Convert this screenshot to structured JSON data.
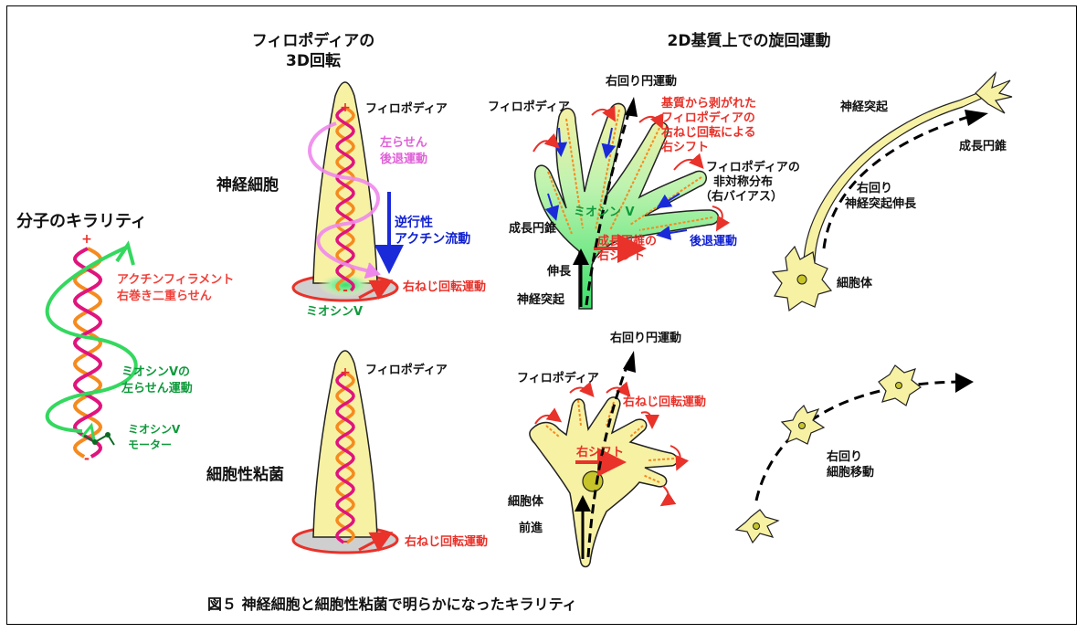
{
  "colors": {
    "cell_fill": "#f7f1a4",
    "actin_a": "#f58b1f",
    "actin_b": "#e0147d",
    "myosin": "#34d85f",
    "arrow_red": "#e8322a",
    "arrow_blue": "#1a2ad8",
    "arrow_pink": "#ee88ec"
  },
  "headings": {
    "molecular_chirality": "分子のキラリティ",
    "filopodia_3d_line1": "フィロポディアの",
    "filopodia_3d_line2": "3D回転",
    "rotation_2d": "2D基質上での旋回運動",
    "neuron": "神経細胞",
    "slime_mold": "細胞性粘菌"
  },
  "molecule": {
    "plus": "+",
    "minus": "-",
    "actin_line1": "アクチンフィラメント",
    "actin_line2": "右巻き二重らせん",
    "myosin_line1": "ミオシンVの",
    "myosin_line2": "左らせん運動",
    "motor_line1": "ミオシンV",
    "motor_line2": "モーター"
  },
  "neuron_filopodium": {
    "label": "フィロポディア",
    "plus": "+",
    "minus": "-",
    "left_helix_line1": "左らせん",
    "left_helix_line2": "後退運動",
    "retro_line1": "逆行性",
    "retro_line2": "アクチン流動",
    "screw": "右ねじ回転運動",
    "myosin": "ミオシンV"
  },
  "slime_filopodium": {
    "label": "フィロポディア",
    "plus": "+",
    "minus": "-",
    "screw": "右ねじ回転運動"
  },
  "neuron_cone": {
    "clockwise": "右回り円運動",
    "filopodia": "フィロポディア",
    "peeled_line1": "基質から剥がれた",
    "peeled_line2": "フィロポディアの",
    "peeled_line3": "右ねじ回転による",
    "peeled_line4": "右シフト",
    "asym_line1": "フィロポディアの",
    "asym_line2": "非対称分布",
    "asym_line3": "（右バイアス）",
    "myosin": "ミオシン V",
    "growth_cone": "成長円錐",
    "cone_shift_line1": "成長円錐の",
    "cone_shift_line2": "右シフト",
    "retreat": "後退運動",
    "elongation": "伸長",
    "neurite": "神経突起"
  },
  "neuron_right": {
    "neurite": "神経突起",
    "growth_cone": "成長円錐",
    "clockwise_line1": "右回り",
    "clockwise_line2": "神経突起伸長",
    "cell_body": "細胞体"
  },
  "slime_cell": {
    "clockwise": "右回り円運動",
    "filopodia": "フィロポディア",
    "screw": "右ねじ回転運動",
    "shift": "右シフト",
    "cell_body": "細胞体",
    "forward": "前進"
  },
  "slime_right": {
    "clockwise_line1": "右回り",
    "clockwise_line2": "細胞移動"
  },
  "caption": "図５ 神経細胞と細胞性粘菌で明らかになったキラリティ"
}
